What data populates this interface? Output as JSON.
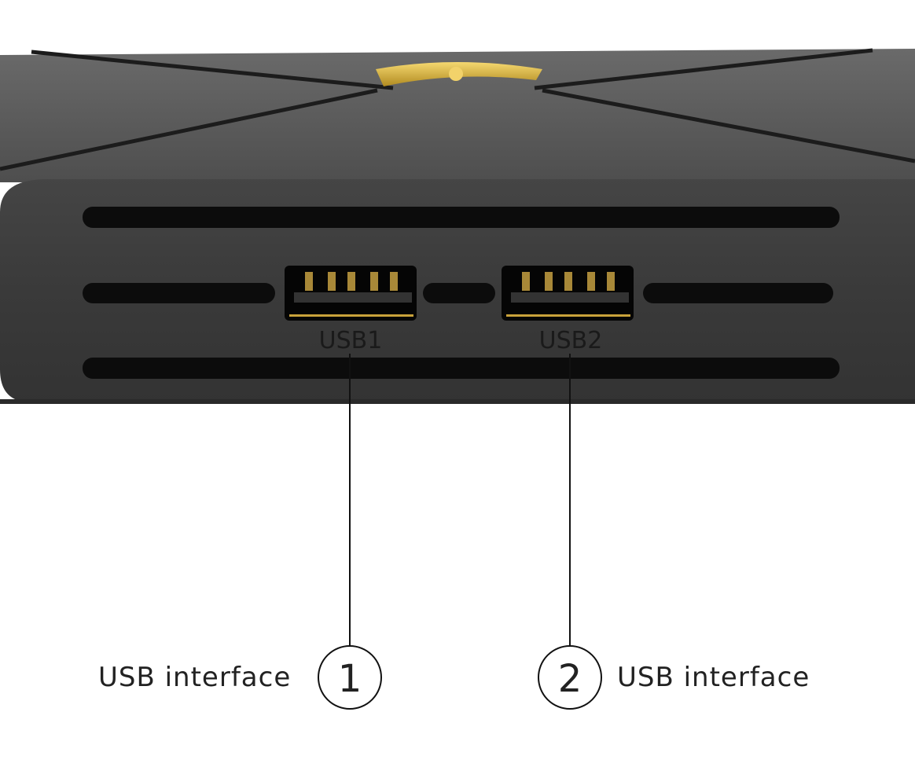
{
  "ports": [
    {
      "label": "USB1",
      "number": "1",
      "description": "USB interface"
    },
    {
      "label": "USB2",
      "number": "2",
      "description": "USB interface"
    }
  ],
  "colors": {
    "body": "#3b3b3b",
    "top": "#5e5e5e",
    "accent": "#c9a23a",
    "line": "#111111"
  }
}
